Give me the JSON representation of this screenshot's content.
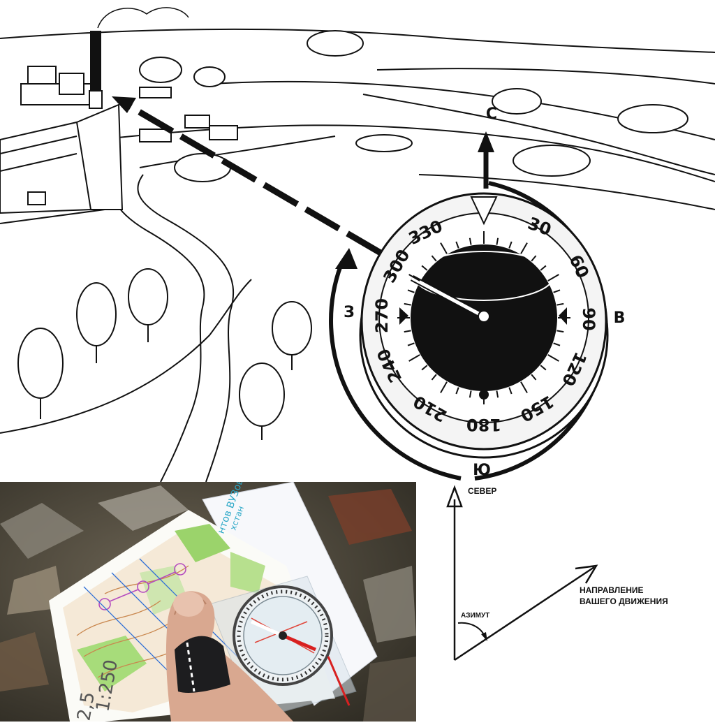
{
  "compass": {
    "degree_labels": [
      "330",
      "30",
      "60",
      "90",
      "120",
      "150",
      "180",
      "210",
      "240",
      "270",
      "300"
    ],
    "cardinals": {
      "north": "С",
      "east": "В",
      "west": "З",
      "south": "Ю"
    }
  },
  "photo_map": {
    "map_title_1": "нтов ВУЗов",
    "map_title_2": "хстан",
    "scale_1": "1:250",
    "scale_2": "2,5"
  },
  "azimuth_diagram": {
    "north_label": "СЕВЕР",
    "direction_label_1": "НАПРАВЛЕНИЕ",
    "direction_label_2": "ВАШЕГО ДВИЖЕНИЯ",
    "angle_label": "АЗИМУТ"
  }
}
